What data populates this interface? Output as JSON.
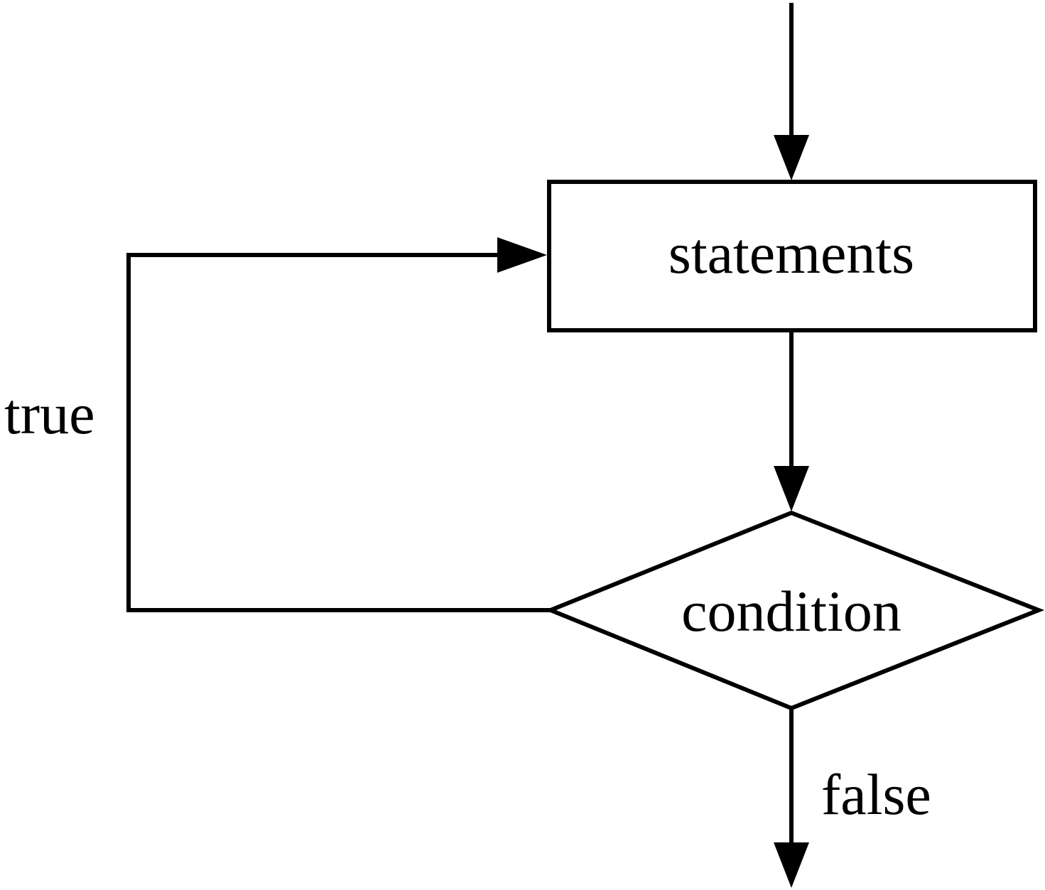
{
  "nodes": {
    "statements": {
      "label": "statements"
    },
    "condition": {
      "label": "condition"
    }
  },
  "edges": {
    "true_branch": {
      "label": "true"
    },
    "false_branch": {
      "label": "false"
    }
  },
  "colors": {
    "line": "#000000",
    "background": "#ffffff"
  }
}
